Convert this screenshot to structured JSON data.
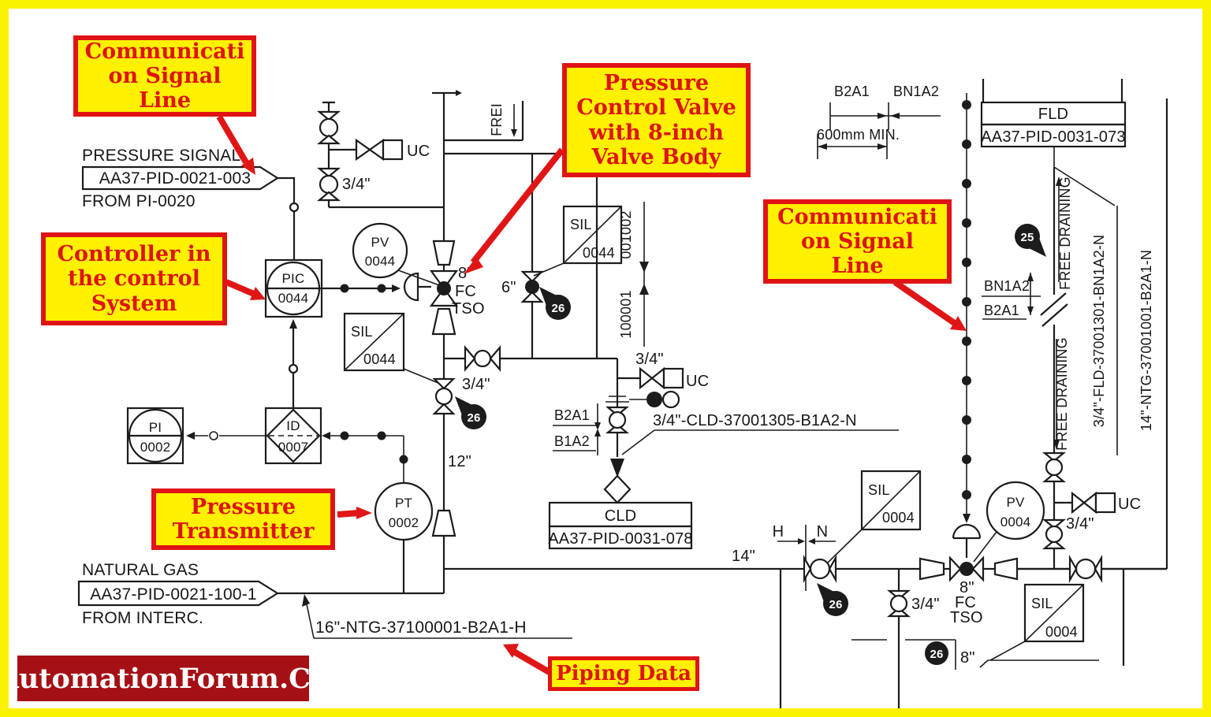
{
  "colors": {
    "frame_yellow": "#FBF200",
    "callout_bg": "#FFF100",
    "callout_red": "#DE1414",
    "line_black": "#1c1c1c",
    "logo_bg": "#A51015"
  },
  "logo": {
    "text": "AutomationForum.Co"
  },
  "callouts": {
    "comm_left": {
      "lines": [
        "Communicati",
        "on Signal",
        "Line"
      ]
    },
    "pcv": {
      "lines": [
        "Pressure",
        "Control Valve",
        "with 8-inch",
        "Valve Body"
      ]
    },
    "controller": {
      "lines": [
        "Controller in",
        "the control",
        "System"
      ]
    },
    "comm_right": {
      "lines": [
        "Communicati",
        "on Signal",
        "Line"
      ]
    },
    "pt": {
      "lines": [
        "Pressure",
        "Transmitter"
      ]
    },
    "piping": {
      "lines": [
        "Piping Data"
      ]
    }
  },
  "diagram": {
    "pressure_signal": "PRESSURE SIGNAL",
    "conn_top": "AA37-PID-0021-003",
    "from_pi": "FROM PI-0020",
    "natural_gas": "NATURAL GAS",
    "conn_bottom": "AA37-PID-0021-100-1",
    "from_interc": "FROM INTERC.",
    "pipe16": "16\"-NTG-37100001-B2A1-H",
    "pipe34cld": "3/4\"-CLD-37001305-B1A2-N",
    "pipe34fld": "3/4\"-FLD-37001301-BN1A2-N",
    "pipe14ntg": "14\"-NTG-37001001-B2A1-N",
    "cld": "CLD",
    "cld_ref": "AA37-PID-0031-078",
    "fld": "FLD",
    "fld_ref": "AA37-PID-0031-073",
    "mm600": "600mm MIN.",
    "free_draining": "FREE DRAINING",
    "frei": "FREI",
    "size34": "3/4\"",
    "size8": "8\"",
    "size6": "6\"",
    "size12": "12\"",
    "size14": "14\"",
    "uc": "UC",
    "fc": "FC",
    "tso": "TSO",
    "sil": "SIL",
    "pic": "PIC",
    "pv": "PV",
    "pi": "PI",
    "id": "ID",
    "pt": "PT",
    "tag0044": "0044",
    "tag0004": "0004",
    "tag0002": "0002",
    "tag0007": "0007",
    "b2a1": "B2A1",
    "b1a2": "B1A2",
    "bn1a2": "BN1A2",
    "h": "H",
    "n": "N",
    "d25": "25",
    "d26": "26",
    "num001002": "001002",
    "num100001": "100001"
  }
}
